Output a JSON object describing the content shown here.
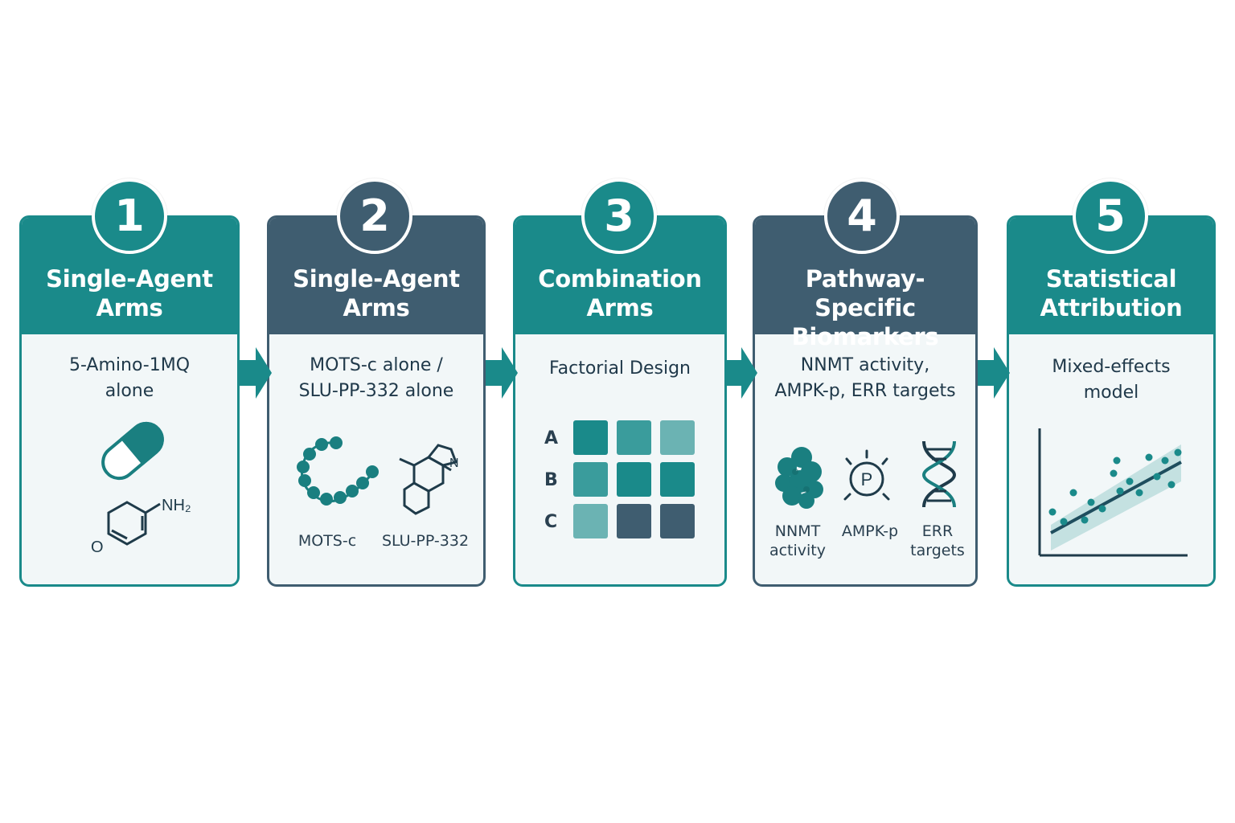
{
  "steps": [
    {
      "number": "1",
      "title": "Single-Agent\nArms",
      "subtitle": "5-Amino-1MQ\nalone"
    },
    {
      "number": "2",
      "title": "Single-Agent\nArms",
      "subtitle": "MOTS-c alone /\nSLU-PP-332 alone"
    },
    {
      "number": "3",
      "title": "Combination\nArms",
      "subtitle": "Factorial Design"
    },
    {
      "number": "4",
      "title": "Pathway-Specific\nBiomarkers",
      "subtitle": "NNMT activity,\nAMPK-p, ERR targets"
    },
    {
      "number": "5",
      "title": "Statistical\nAttribution",
      "subtitle": "Mixed-effects\nmodel"
    }
  ],
  "step1": {
    "icons": [
      "capsule-icon",
      "aminopyran-structure-icon"
    ],
    "amine_label": "NH₂",
    "oxygen_label": "O"
  },
  "step2": {
    "labels": [
      "MOTS-c",
      "SLU-PP-332"
    ],
    "nitrogen_label": "N",
    "icons": [
      "peptide-chain-icon",
      "molecule-structure-icon"
    ]
  },
  "step3": {
    "rows": [
      "A",
      "B",
      "C"
    ],
    "icons": [
      "factorial-grid"
    ]
  },
  "step4": {
    "labels": [
      "NNMT\nactivity",
      "AMPK-p",
      "ERR\ntargets"
    ],
    "phospho_symbol": "P",
    "icons": [
      "enzyme-blob-icon",
      "phosphorylation-icon",
      "dna-helix-icon"
    ]
  },
  "step5": {
    "icons": [
      "regression-plot-icon"
    ]
  },
  "colors": {
    "teal": "#1a8a8a",
    "slate": "#3f5d70",
    "light_teal": "#6bb3b3",
    "mid_teal": "#3a9c9c",
    "panel_bg": "#f2f7f8"
  }
}
